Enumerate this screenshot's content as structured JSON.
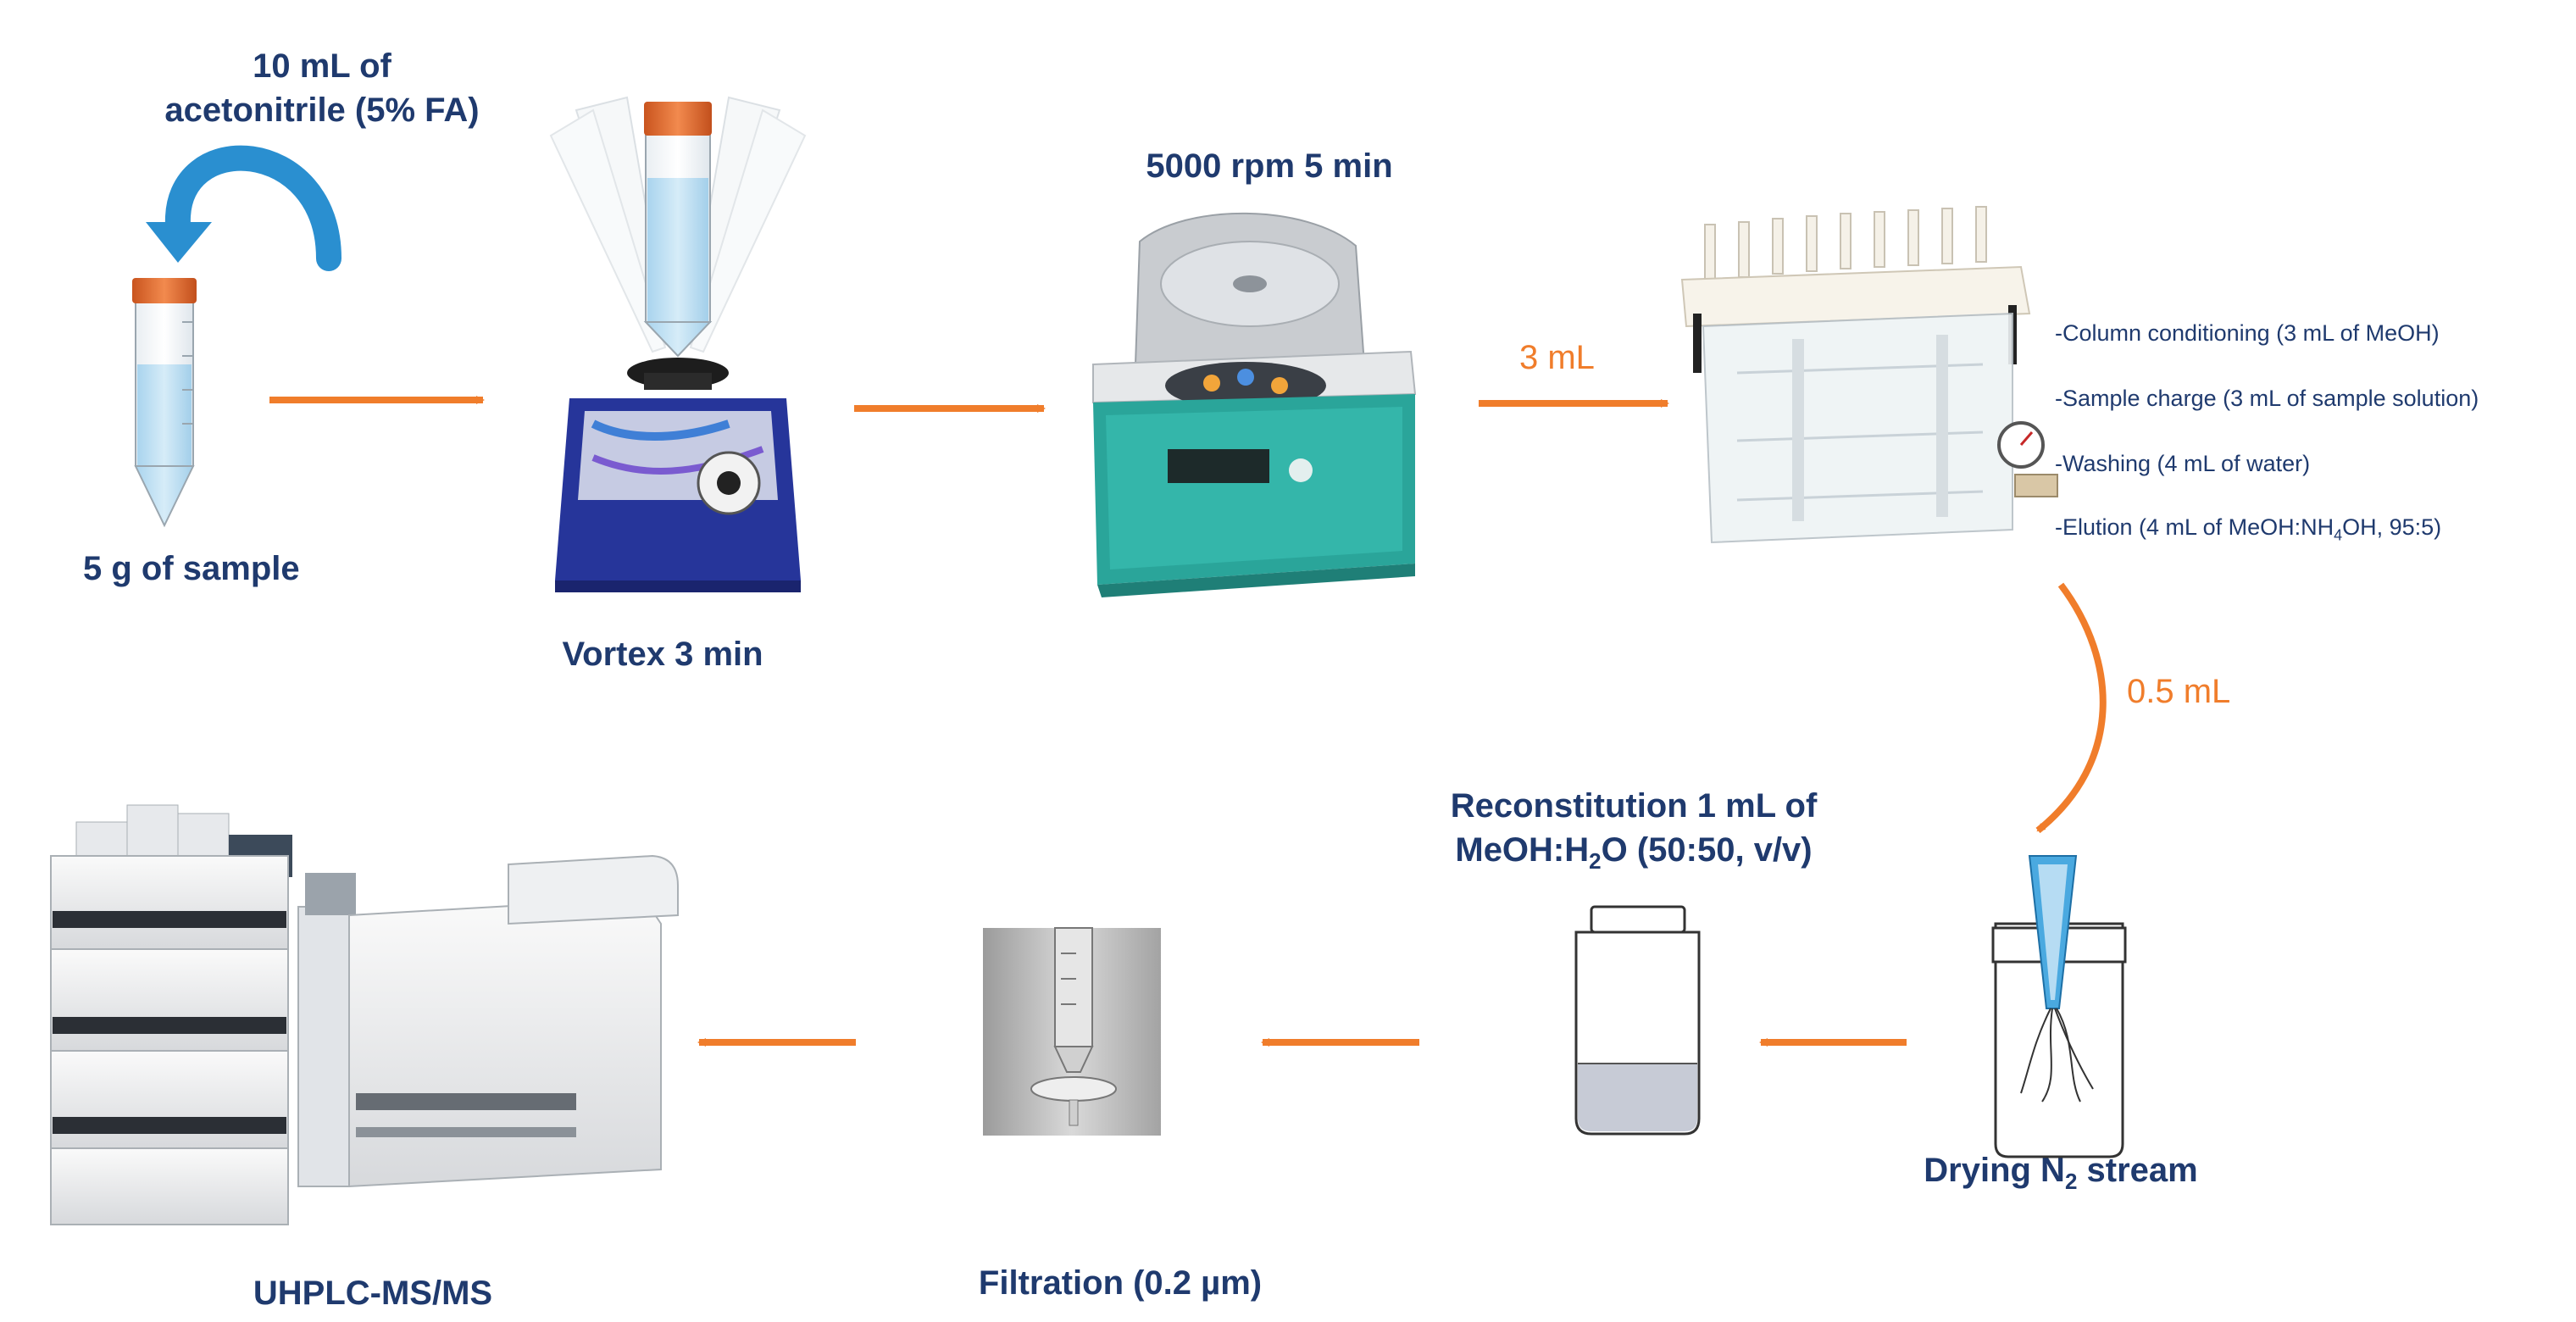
{
  "labels": {
    "solvent_line1": "10 mL of",
    "solvent_line2": "acetonitrile (5% FA)",
    "sample": "5 g of sample",
    "vortex": "Vortex 3 min",
    "centrifuge": "5000 rpm 5 min",
    "vol_3ml": "3 mL",
    "vol_05ml": "0.5 mL",
    "drying_pre": "Drying N",
    "drying_sub": "2",
    "drying_post": " stream",
    "recon_line1": "Reconstitution 1 mL of",
    "recon_line2_pre": "MeOH:H",
    "recon_line2_sub": "2",
    "recon_line2_post": "O (50:50, v/v)",
    "filtration": "Filtration (0.2 µm)",
    "uhplc": "UHPLC-MS/MS"
  },
  "spe_steps": [
    "-Column conditioning (3 mL of MeOH)",
    "-Sample charge (3 mL of sample solution)",
    "-Washing (4 mL of water)"
  ],
  "spe_elution": {
    "pre": "-Elution (4 mL of MeOH:NH",
    "sub": "4",
    "post": "OH, 95:5)"
  },
  "colors": {
    "arrow": "#f07d2b",
    "label": "#1f3a6e",
    "curved_arrow_blue": "#2a8fd0",
    "cap_orange": "#e8682b",
    "liquid_blue": "#bfe0f3",
    "vortex_blue": "#26359a",
    "centrifuge_teal": "#2aa59a"
  },
  "icons": [
    "curved-arrow-icon",
    "tube-icon",
    "vortex-mixer-icon",
    "centrifuge-icon",
    "spe-manifold-icon",
    "drying-vial-icon",
    "reconstitution-vial-icon",
    "filter-syringe-icon",
    "uhplc-msms-icon"
  ]
}
